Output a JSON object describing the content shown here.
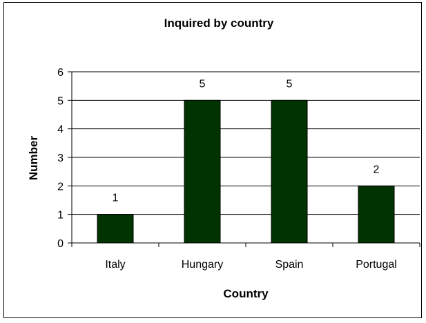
{
  "chart_data": {
    "type": "bar",
    "title": "Inquired by country",
    "xlabel": "Country",
    "ylabel": "Number",
    "categories": [
      "Italy",
      "Hungary",
      "Spain",
      "Portugal"
    ],
    "values": [
      1,
      5,
      5,
      2
    ],
    "ylim": [
      0,
      6
    ],
    "yticks": [
      0,
      1,
      2,
      3,
      4,
      5,
      6
    ],
    "grid": true,
    "data_labels": true,
    "bar_color": "#003300",
    "gridline_color": "#000000"
  }
}
